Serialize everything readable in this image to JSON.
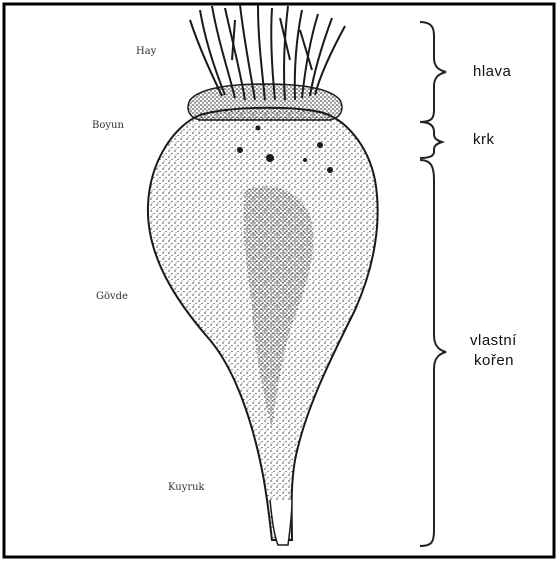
{
  "illustration": {
    "subject": "sugar-beet-root",
    "colors": {
      "ink": "#1a1a1a",
      "paper": "#ffffff",
      "frame": "#000000"
    }
  },
  "inner_labels": {
    "leaf": "Hay",
    "head": "Boyun",
    "body": "Gövde",
    "tail": "Kuyruk"
  },
  "side_labels": {
    "top": "hlava",
    "middle": "krk",
    "bottom_line1": "vlastní",
    "bottom_line2": "kořen"
  }
}
